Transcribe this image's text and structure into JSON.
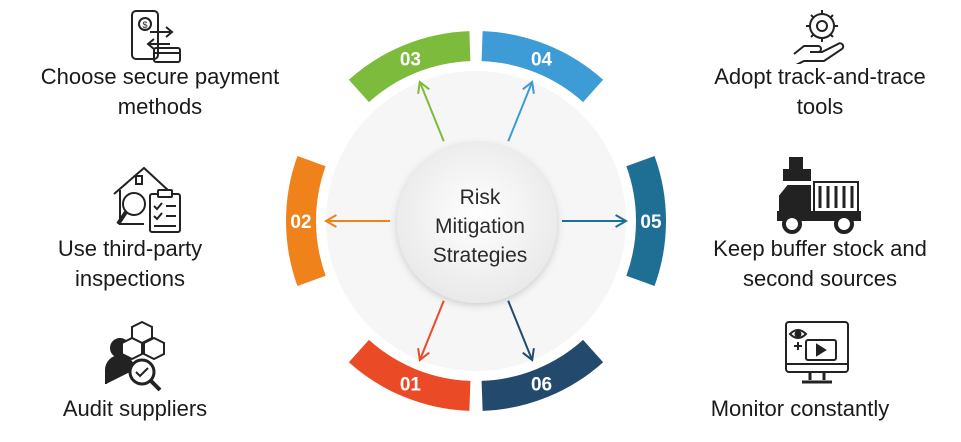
{
  "center": {
    "lines": [
      "Risk",
      "Mitigation",
      "Strategies"
    ]
  },
  "segments": [
    {
      "number": "01",
      "color": "#ea4a26"
    },
    {
      "number": "02",
      "color": "#f0821c"
    },
    {
      "number": "03",
      "color": "#7cbb3c"
    },
    {
      "number": "04",
      "color": "#3d9bd6"
    },
    {
      "number": "05",
      "color": "#1f6f95"
    },
    {
      "number": "06",
      "color": "#23496d"
    }
  ],
  "strategies": [
    {
      "id": "payment",
      "lines": [
        "Choose secure payment",
        "methods"
      ],
      "icon": "mobile-payment-icon"
    },
    {
      "id": "inspections",
      "lines": [
        "Use third-party",
        "inspections"
      ],
      "icon": "house-inspection-icon"
    },
    {
      "id": "audit",
      "lines": [
        "Audit suppliers"
      ],
      "icon": "supplier-audit-icon"
    },
    {
      "id": "track",
      "lines": [
        "Adopt track-and-trace",
        "tools"
      ],
      "icon": "hand-gear-icon"
    },
    {
      "id": "buffer",
      "lines": [
        "Keep buffer stock and",
        "second sources"
      ],
      "icon": "delivery-truck-icon"
    },
    {
      "id": "monitor",
      "lines": [
        "Monitor constantly"
      ],
      "icon": "monitor-screen-icon"
    }
  ]
}
